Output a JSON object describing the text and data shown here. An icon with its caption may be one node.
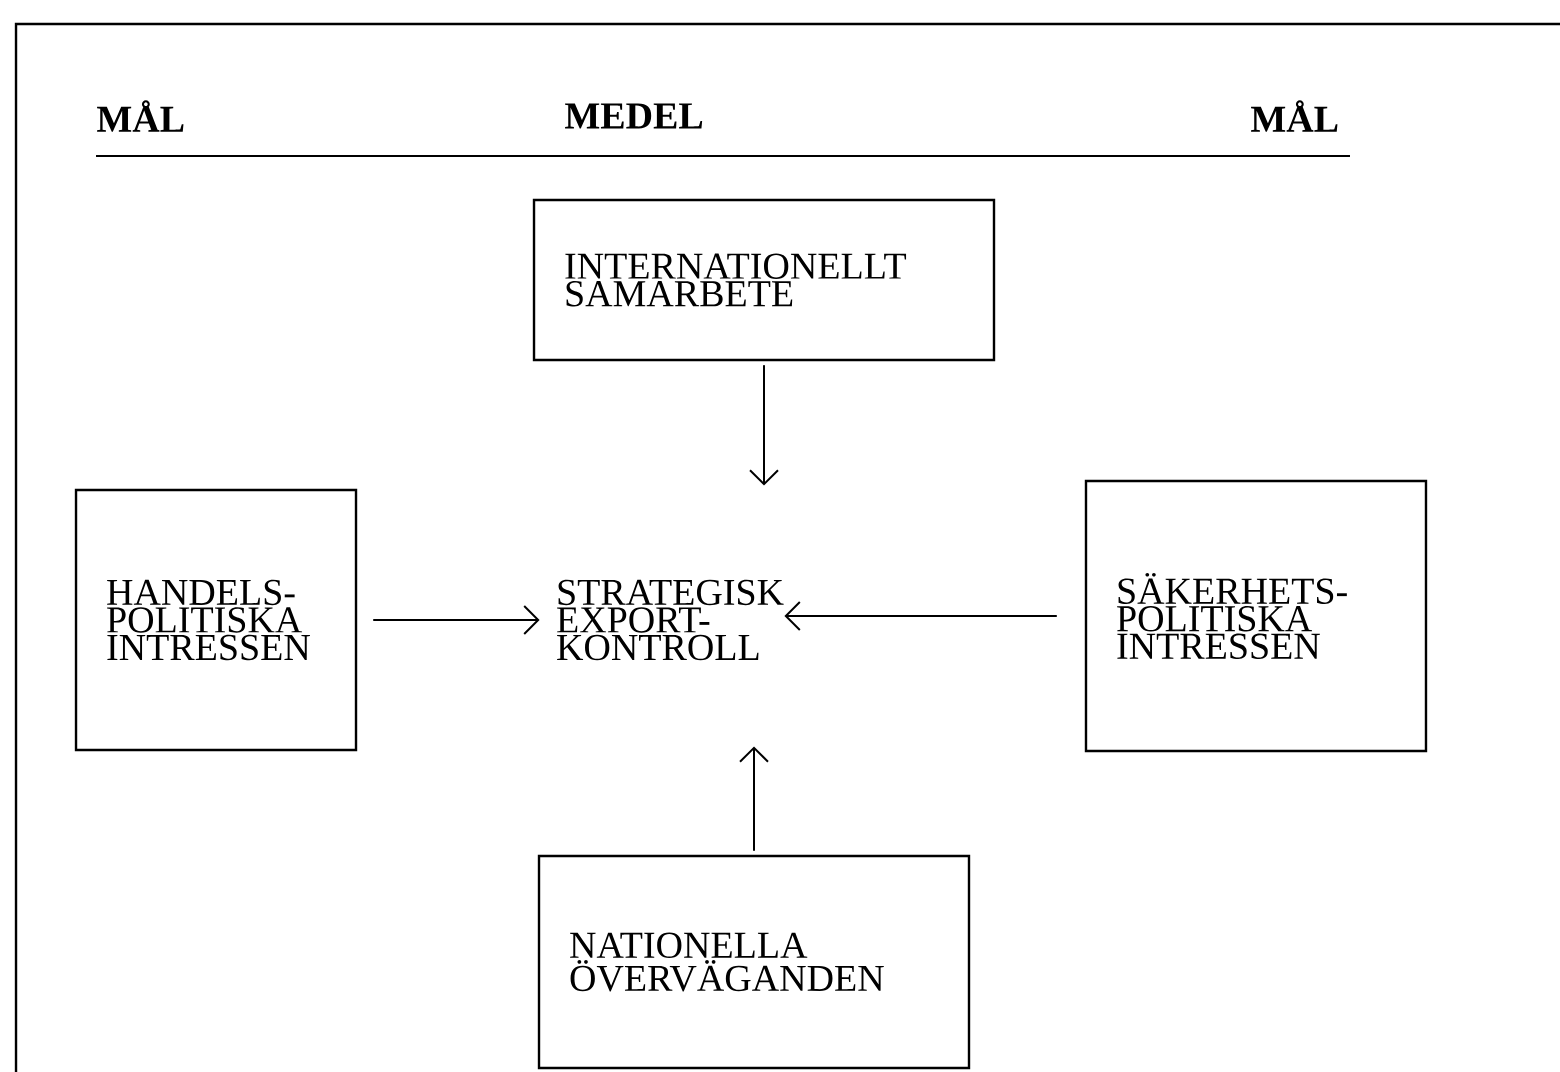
{
  "diagram": {
    "nodes": [
      {
        "text": [
          "INTERNATIONELLT SAMARBETE"
        ]
      },
      {
        "text": [
          "HANDELS- POLITISKA INTRESSEN"
        ]
      },
      {
        "text": [
          "STRATEGISK EXPORT- KONTROLL"
        ]
      },
      {
        "text": [
          "SÄKERHETS- POLITISKA INTRESSEN"
        ]
      },
      {
        "text": [
          "NATIONELLA ÖVERVÄGANDEN"
        ]
      }
    ],
    "edges": [
      {
        "from": 0,
        "to": 2,
        "arrow": "to"
      },
      {
        "from": 1,
        "to": 2,
        "arrow": "to"
      },
      {
        "from": 3,
        "to": 2,
        "arrow": "to"
      },
      {
        "from": 4,
        "to": 2,
        "arrow": "to"
      }
    ],
    "labels": [
      "MÅL",
      "MEDEL",
      "MÅL"
    ]
  }
}
